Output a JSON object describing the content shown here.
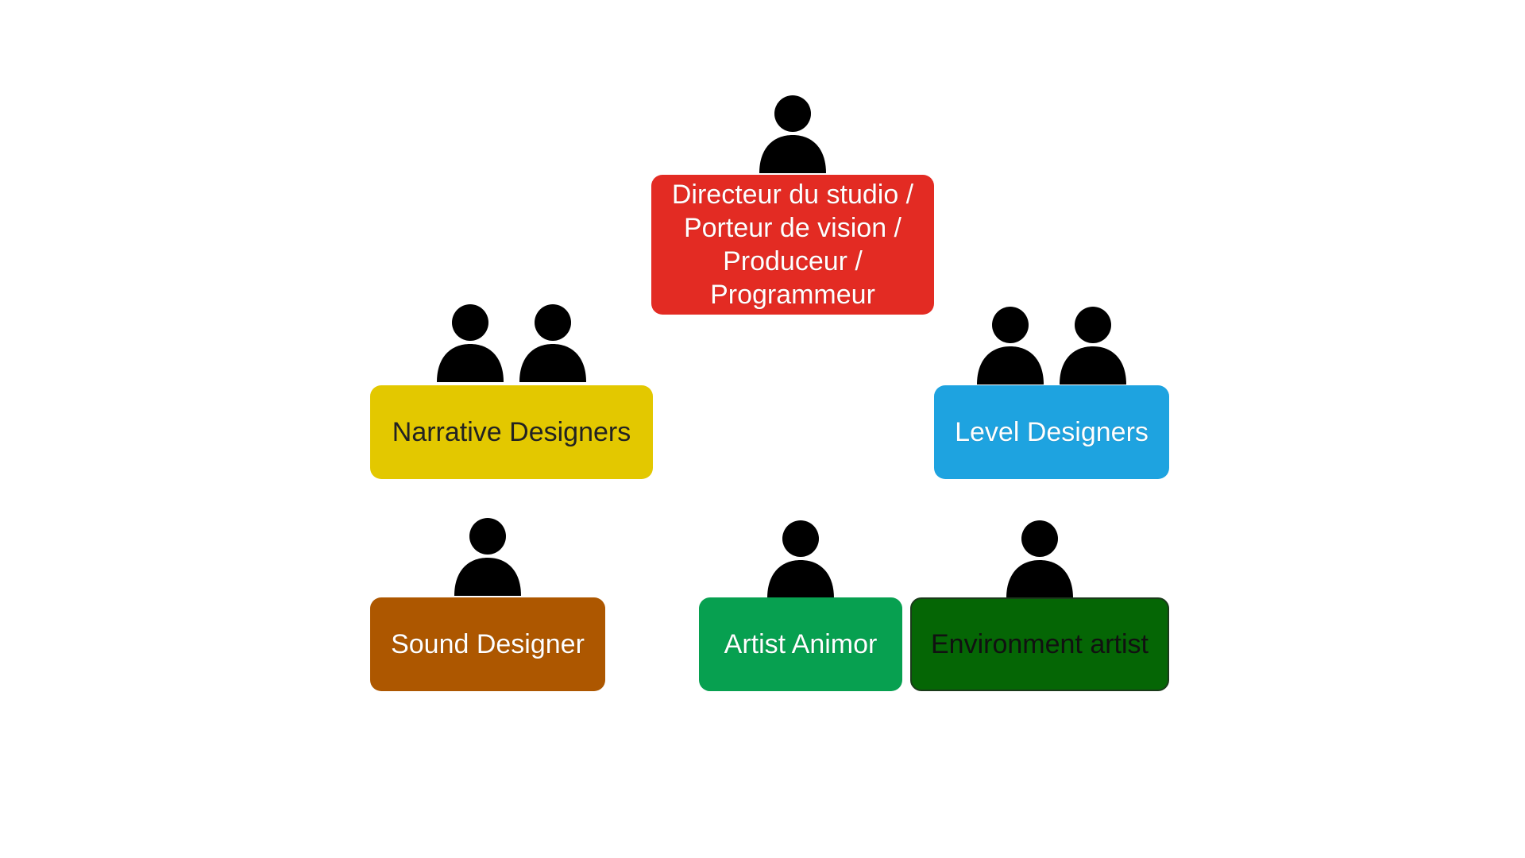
{
  "roles": {
    "director": {
      "label": "Directeur du studio /\nPorteur de vision /\nProduceur /\nProgrammeur",
      "people_count": 1,
      "color": "#e32b23",
      "text_color": "#ffffff"
    },
    "narrative": {
      "label": "Narrative Designers",
      "people_count": 2,
      "color": "#e3c800",
      "text_color": "#222222"
    },
    "level": {
      "label": "Level Designers",
      "people_count": 2,
      "color": "#1ea3e0",
      "text_color": "#ffffff"
    },
    "sound": {
      "label": "Sound Designer",
      "people_count": 1,
      "color": "#ad5700",
      "text_color": "#ffffff"
    },
    "artist": {
      "label": "Artist Animor",
      "people_count": 1,
      "color": "#07a050",
      "text_color": "#ffffff"
    },
    "environment": {
      "label": "Environment artist",
      "people_count": 1,
      "color": "#056605",
      "text_color": "#111111"
    }
  },
  "icons": {
    "person": "person-icon"
  }
}
